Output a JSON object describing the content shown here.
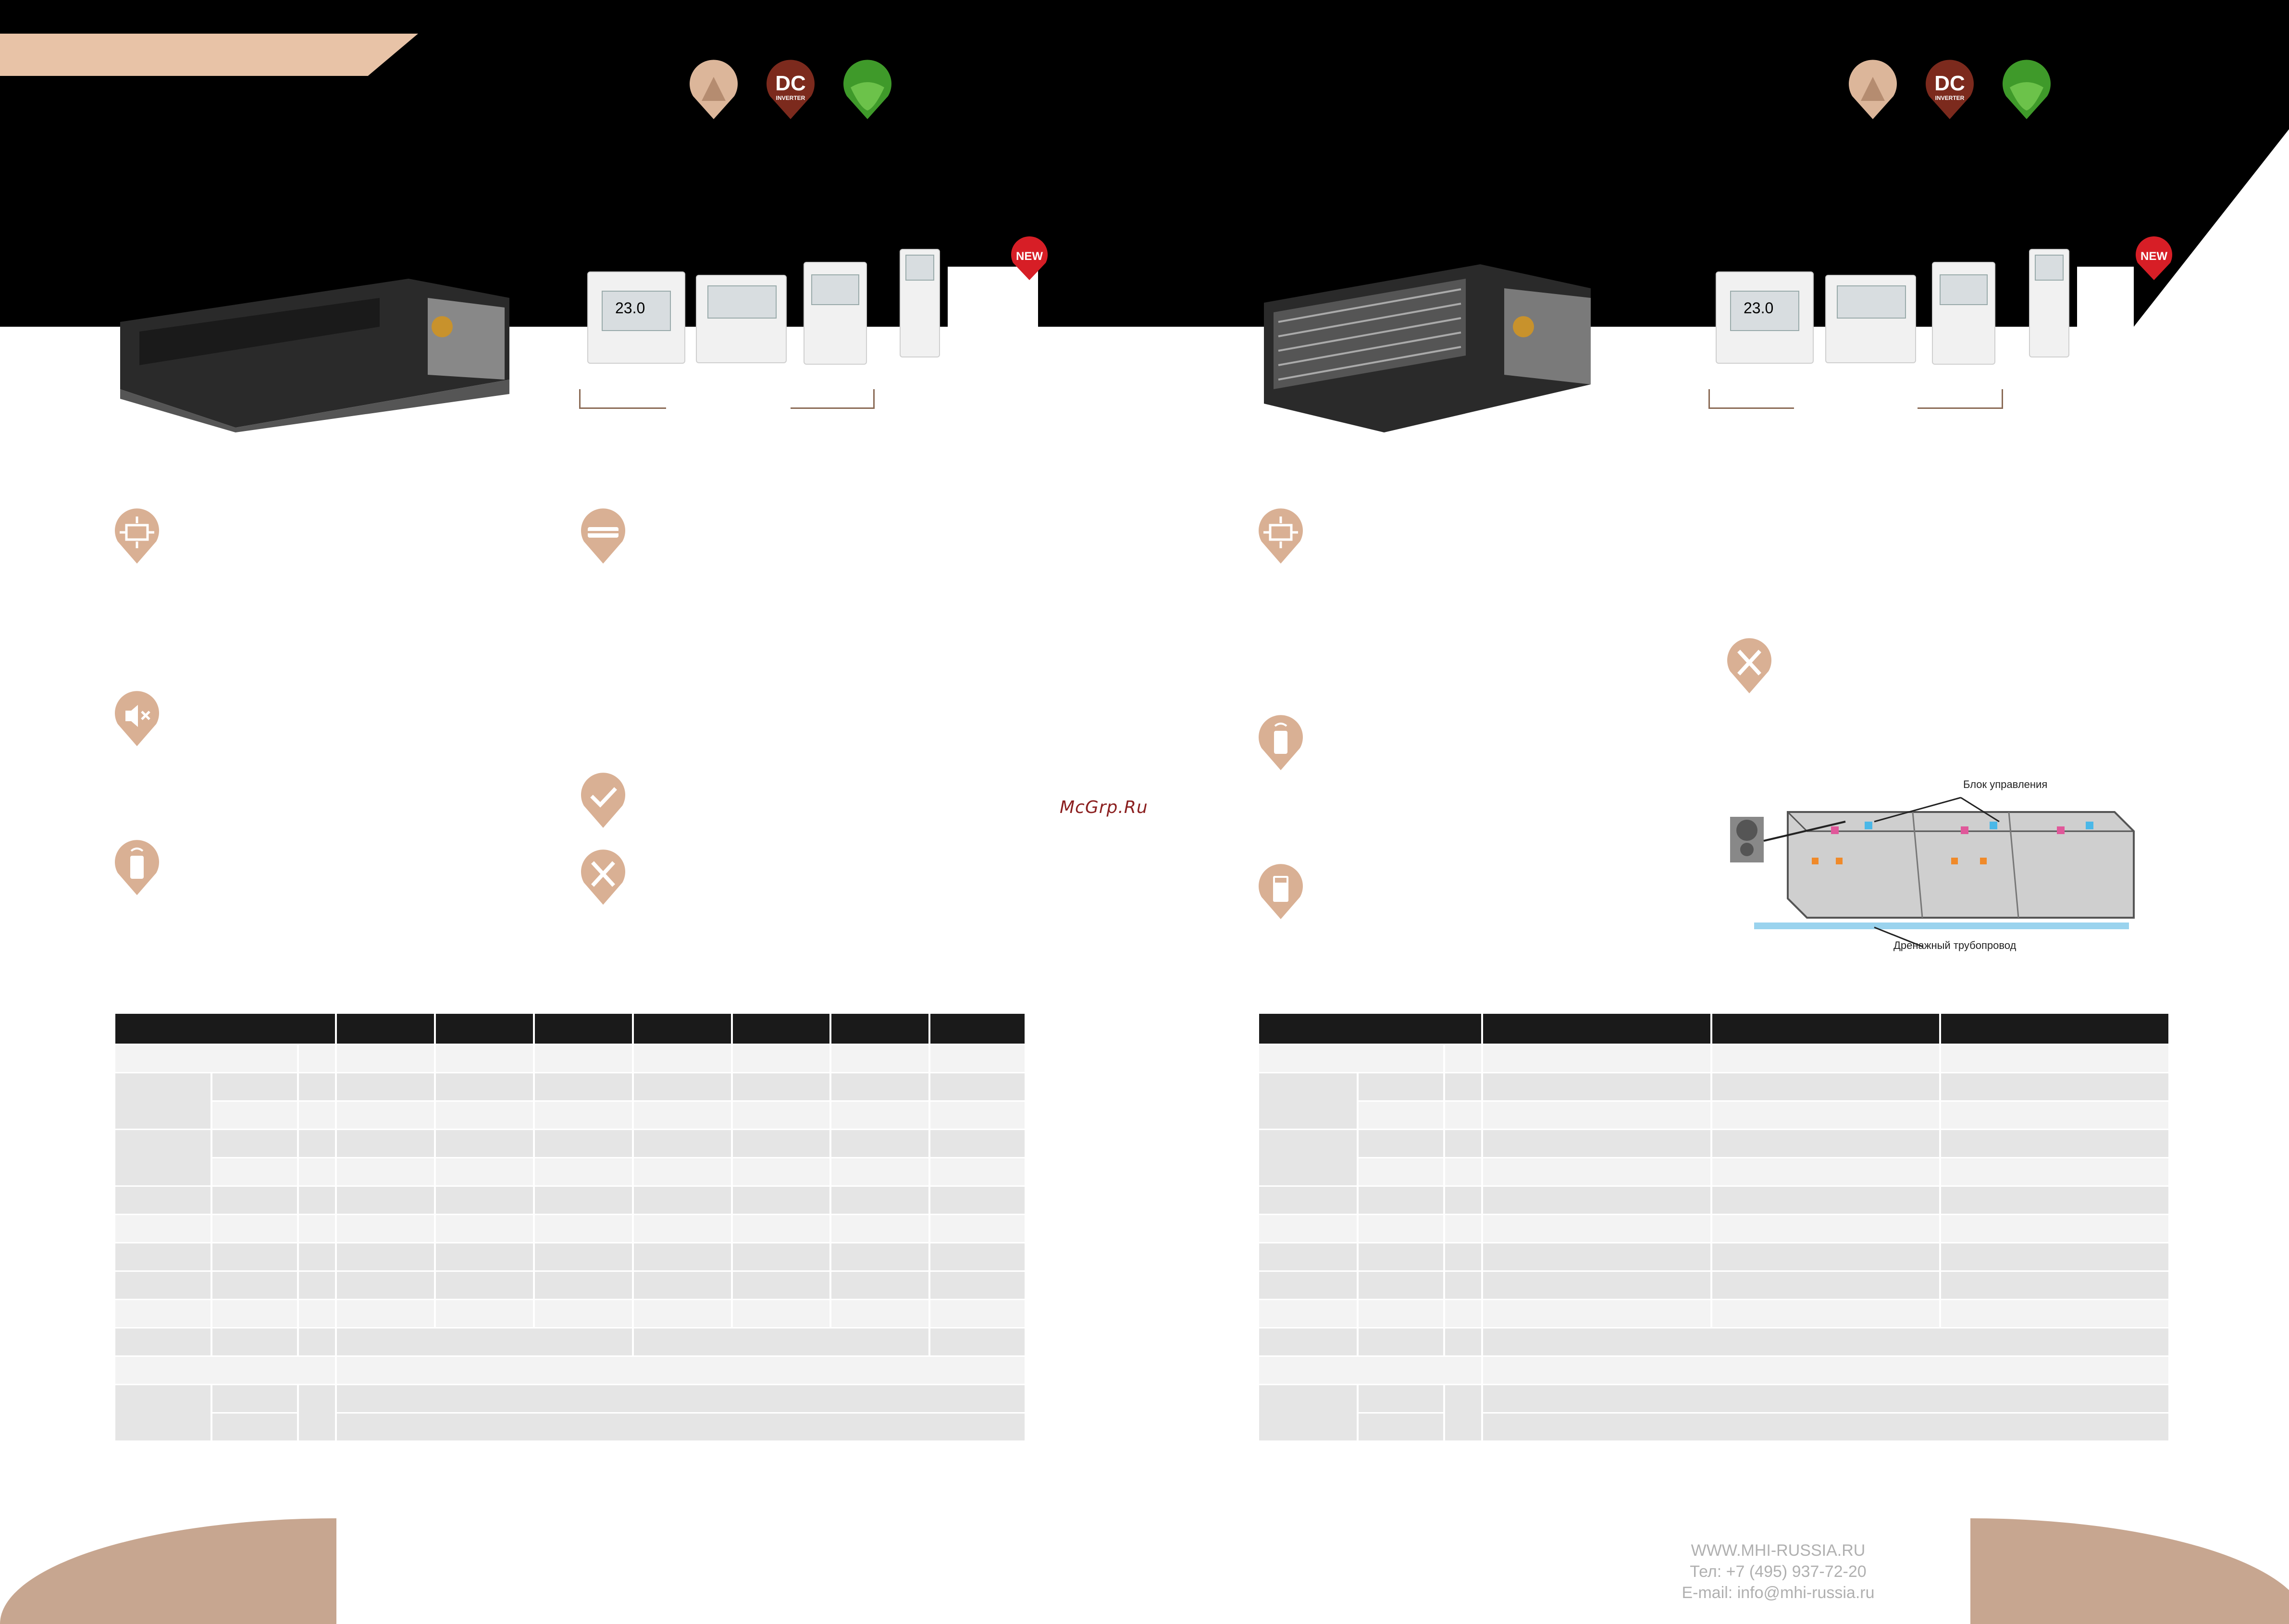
{
  "watermark": "McGrp.Ru",
  "badges_left": [
    {
      "icon": "flame-mountain-icon",
      "color": "#dcb69a"
    },
    {
      "icon": "dc-inverter-icon",
      "label": "DC",
      "sublabel": "INVERTER",
      "color": "#7c2a1d"
    },
    {
      "icon": "eco-leaf-icon",
      "color": "#3f9a2a"
    }
  ],
  "badges_right": [
    {
      "icon": "flame-mountain-icon",
      "color": "#dcb69a"
    },
    {
      "icon": "dc-inverter-icon",
      "label": "DC",
      "sublabel": "INVERTER",
      "color": "#7c2a1d"
    },
    {
      "icon": "eco-leaf-icon",
      "color": "#3f9a2a"
    }
  ],
  "new_badge": "NEW",
  "remote_screen": "23.0",
  "diagram": {
    "label_control": "Блок управления",
    "label_drain": "Дренажный трубопровод"
  },
  "footer": {
    "website": "WWW.MHI-RUSSIA.RU",
    "phone": "Тел: +7 (495) 937-72-20",
    "email": "E-mail: info@mhi-russia.ru"
  },
  "colors": {
    "accent": "#e8c3a7",
    "icon_tan": "#d9b094",
    "table_head": "#1a1a1a"
  }
}
